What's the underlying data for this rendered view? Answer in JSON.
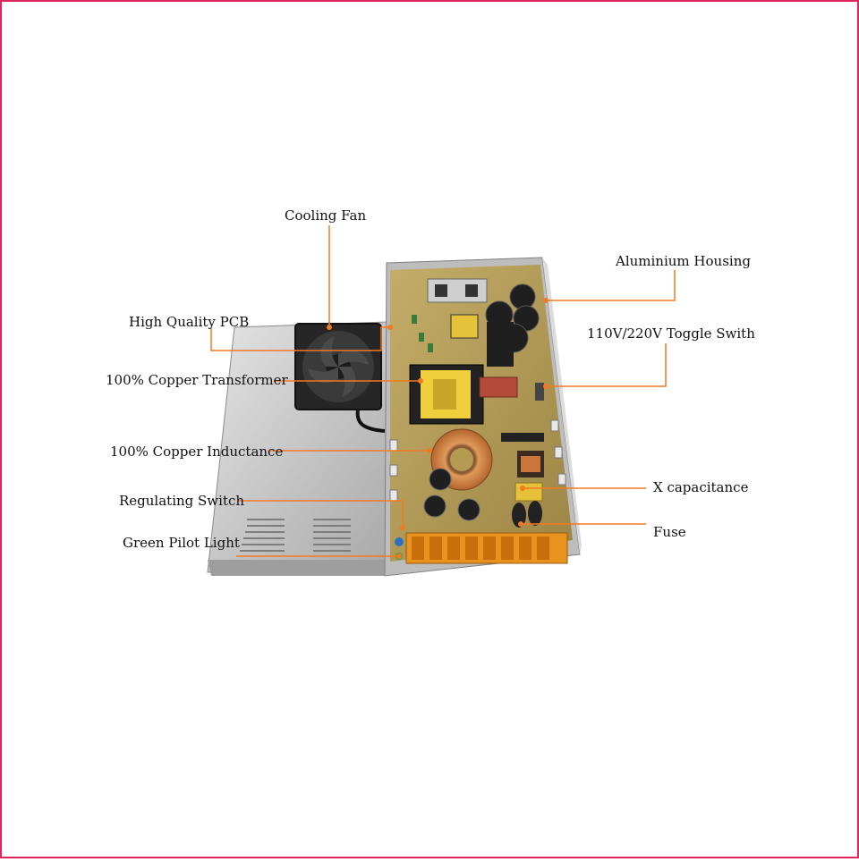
{
  "colors": {
    "frame": "#e0245e",
    "leader": "#f07a22",
    "pcb": "#b59a52",
    "housing": "#c8c8c8",
    "fan": "#2a2a2a",
    "copper": "#c8763a"
  },
  "labels": {
    "cooling_fan": "Cooling Fan",
    "aluminium_housing": "Aluminium Housing",
    "high_quality_pcb": "High Quality PCB",
    "toggle_switch": "110V/220V Toggle Swith",
    "copper_transformer": "100% Copper Transformer",
    "copper_inductance": "100% Copper Inductance",
    "x_capacitance": "X capacitance",
    "regulating_switch": "Regulating Switch",
    "fuse": "Fuse",
    "green_pilot_light": "Green Pilot Light"
  }
}
